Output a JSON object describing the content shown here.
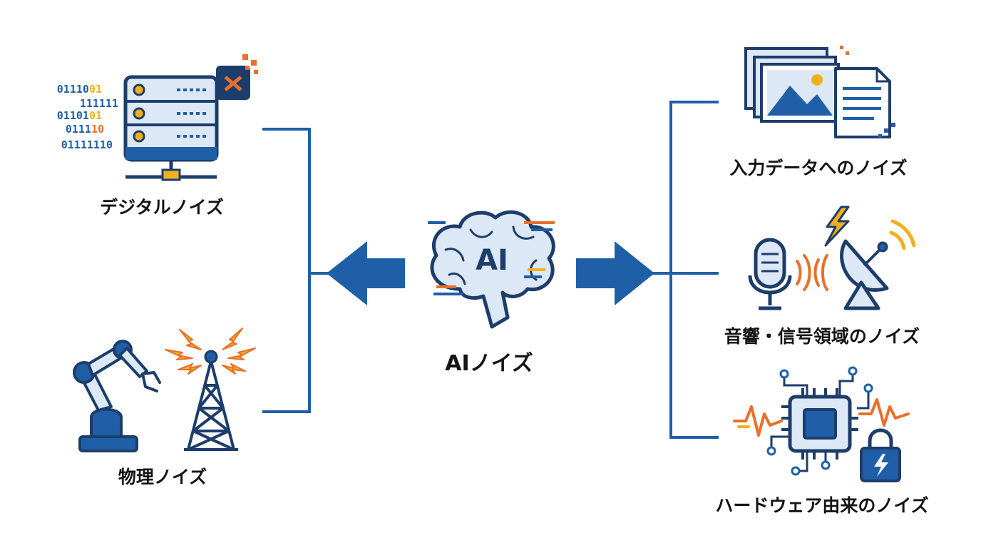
{
  "center": {
    "label": "AIノイズ",
    "icon_text": "AI"
  },
  "left_nodes": [
    {
      "id": "digital",
      "label": "デジタルノイズ",
      "binary_lines": [
        "01110",
        "111111",
        "01101",
        "0111",
        "0111111"
      ],
      "binary_suffix": [
        "01",
        "",
        "01",
        "10",
        "0"
      ]
    },
    {
      "id": "physical",
      "label": "物理ノイズ"
    }
  ],
  "right_nodes": [
    {
      "id": "input",
      "label": "入力データへのノイズ"
    },
    {
      "id": "acoustic",
      "label": "音響・信号領域のノイズ"
    },
    {
      "id": "hardware",
      "label": "ハードウェア由来のノイズ"
    }
  ],
  "colors": {
    "primary": "#1f5fa8",
    "navy": "#1d3d6b",
    "light": "#dce8f5",
    "orange": "#e8702a",
    "yellow": "#f2b01e",
    "text": "#141414"
  }
}
